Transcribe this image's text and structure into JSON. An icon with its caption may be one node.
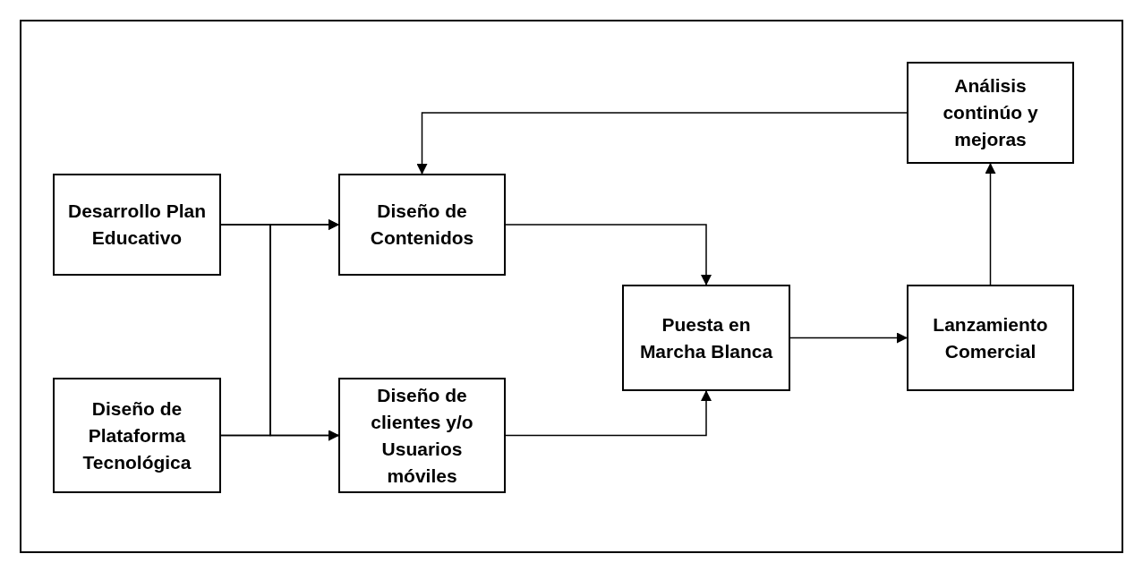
{
  "diagram": {
    "nodes": [
      {
        "text": [
          "Desarrollo Plan Educativo"
        ]
      },
      {
        "text": [
          "Diseño de Plataforma Tecnológica"
        ]
      },
      {
        "text": [
          "Diseño de Contenidos"
        ]
      },
      {
        "text": [
          "Diseño de clientes y/o Usuarios móviles"
        ]
      },
      {
        "text": [
          "Puesta en Marcha Blanca"
        ]
      },
      {
        "text": [
          "Lanzamiento Comercial"
        ]
      },
      {
        "text": [
          "Análisis continúo y mejoras"
        ]
      }
    ],
    "edges": [
      {
        "from": 0,
        "to": 2,
        "arrow": "to"
      },
      {
        "from": 0,
        "to": 3,
        "arrow": "to"
      },
      {
        "from": 1,
        "to": 2,
        "arrow": "to"
      },
      {
        "from": 1,
        "to": 3,
        "arrow": "to"
      },
      {
        "from": 2,
        "to": 4,
        "arrow": "to"
      },
      {
        "from": 3,
        "to": 4,
        "arrow": "to"
      },
      {
        "from": 4,
        "to": 5,
        "arrow": "to"
      },
      {
        "from": 5,
        "to": 6,
        "arrow": "to"
      },
      {
        "from": 6,
        "to": 2,
        "arrow": "to"
      }
    ]
  }
}
